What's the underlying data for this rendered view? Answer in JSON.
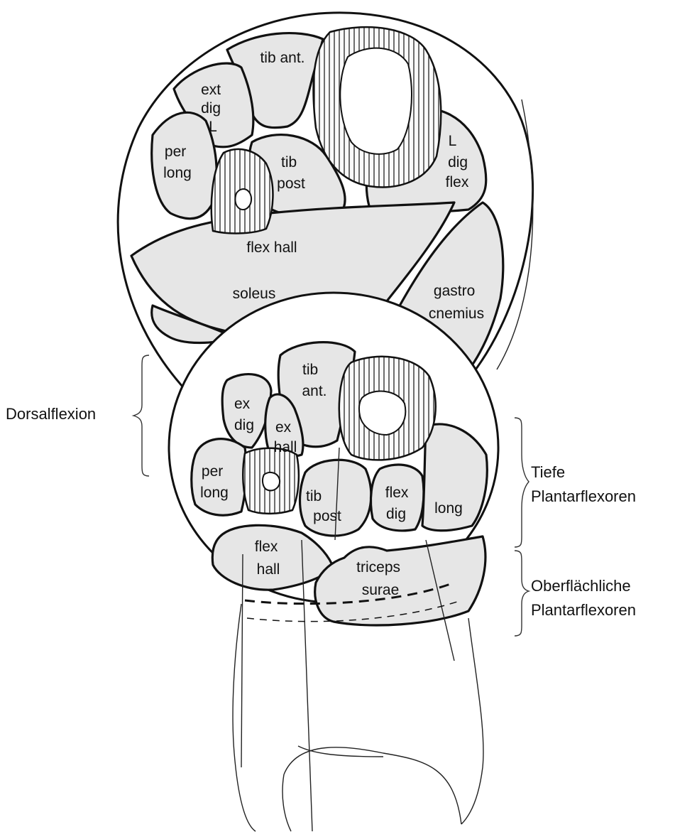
{
  "upper_section": {
    "labels": {
      "tib_ant": [
        "tib ant."
      ],
      "ext_dig_l": [
        "ext",
        "dig",
        "L"
      ],
      "per_long": [
        "per",
        "long"
      ],
      "tib_post": [
        "tib",
        "post"
      ],
      "l_dig_flex": [
        "L",
        "dig",
        "flex"
      ],
      "flex_hall": [
        "flex hall"
      ],
      "soleus": [
        "soleus"
      ],
      "gastrocnemius": [
        "gastro",
        "cnemius"
      ]
    }
  },
  "lower_section": {
    "labels": {
      "tib_ant": [
        "tib",
        "ant."
      ],
      "ex_dig": [
        "ex",
        "dig"
      ],
      "ex_hall": [
        "ex",
        "hall"
      ],
      "per_long": [
        "per",
        "long"
      ],
      "tib_post": [
        "tib",
        "post"
      ],
      "flex_dig": [
        "flex",
        "dig"
      ],
      "long": [
        "long"
      ],
      "flex_hall": [
        "flex",
        "hall"
      ],
      "triceps_surae": [
        "triceps",
        "surae"
      ]
    }
  },
  "annotations": {
    "dorsalflexion": "Dorsalflexion",
    "tiefe": [
      "Tiefe",
      "Plantarflexoren"
    ],
    "oberflaechliche": [
      "Oberflächliche",
      "Plantarflexoren"
    ]
  }
}
